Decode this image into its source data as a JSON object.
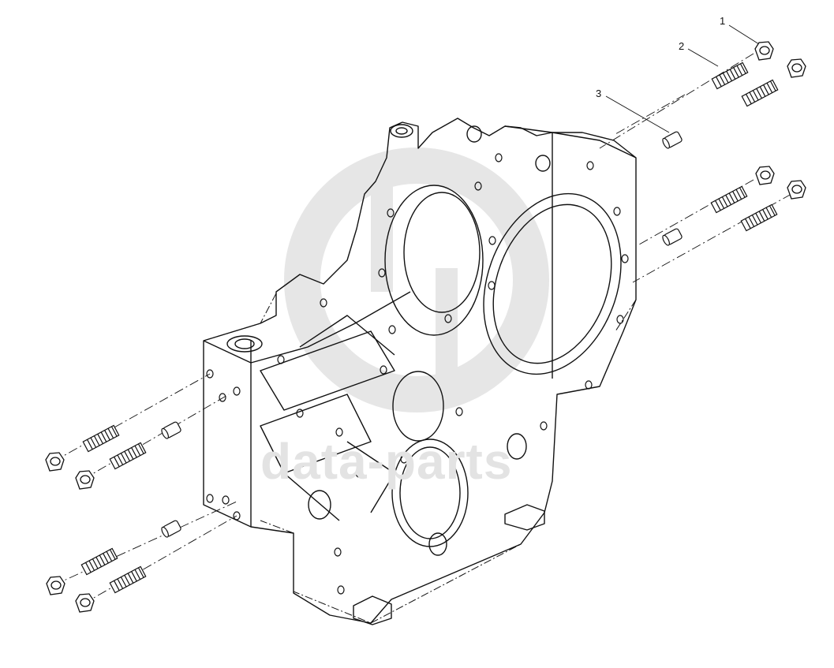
{
  "callouts": {
    "c1": "1",
    "c2": "2",
    "c3": "3"
  },
  "watermark": {
    "text": "data-parts",
    "color": "#e3e3e3"
  },
  "colors": {
    "line": "#111111",
    "background": "#ffffff"
  }
}
